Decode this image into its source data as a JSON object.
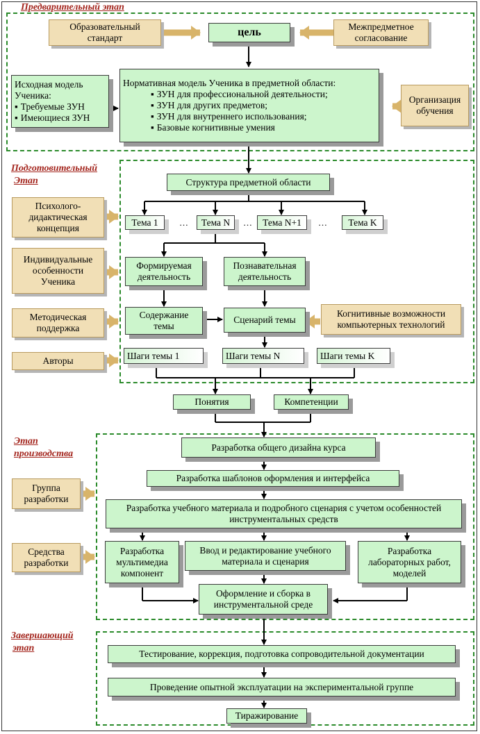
{
  "stages": {
    "prelim": "Предварительный этап",
    "prep_l1": "Подготовительный",
    "prep_l2": "Этап",
    "prod_l1": "Этап",
    "prod_l2": "производства",
    "final_l1": "Завершающий",
    "final_l2": "этап"
  },
  "prelim": {
    "standard": "Образовательный стандарт",
    "goal": "цель",
    "coord": "Межпредметное согласование",
    "initial_title": "Исходная модель Ученика:",
    "initial_items": [
      "Требуемые ЗУН",
      "Имеющиеся ЗУН"
    ],
    "normative_title": "Нормативная модель Ученика в предметной области:",
    "normative_items": [
      "ЗУН для профессиональной  деятельности;",
      "ЗУН для других предметов;",
      "ЗУН для внутреннего использования;",
      "Базовые когнитивные умения"
    ],
    "organization": "Организация обучения"
  },
  "prep": {
    "structure": "Структура предметной области",
    "theme1": "Тема 1",
    "themeN": "Тема N",
    "themeN1": "Тема N+1",
    "themeK": "Тема K",
    "dots": "…",
    "psych": "Психолого-дидактическая концепция",
    "individual": "Индивидуальные особенности Ученика",
    "method": "Методическая поддержка",
    "authors": "Авторы",
    "formed": "Формируемая деятельность",
    "cognitive": "Познавательная деятельность",
    "content": "Содержание темы",
    "scenario": "Сценарий темы",
    "computer": "Когнитивные возможности компьютерных технологий",
    "steps1": "Шаги темы 1",
    "stepsN": "Шаги темы  N",
    "stepsK": "Шаги темы K"
  },
  "mid": {
    "concepts": "Понятия",
    "competencies": "Компетенции"
  },
  "prod": {
    "design": "Разработка общего дизайна курса",
    "templates": "Разработка шаблонов оформления и интерфейса",
    "material": "Разработка учебного материала и подробного сценария с учетом особенностей инструментальных средств",
    "group": "Группа разработки",
    "tools": "Средства разработки",
    "multimedia": "Разработка мультимедиа компонент",
    "input": "Ввод и редактирование учебного материала и сценария",
    "labs": "Разработка лабораторных работ, моделей",
    "assembly": "Оформление и сборка в инструментальной среде"
  },
  "final": {
    "testing": "Тестирование, коррекция, подготовка сопроводительной документации",
    "trial": "Проведение опытной эксплуатации на экспериментальной группе",
    "replication": "Тиражирование"
  }
}
